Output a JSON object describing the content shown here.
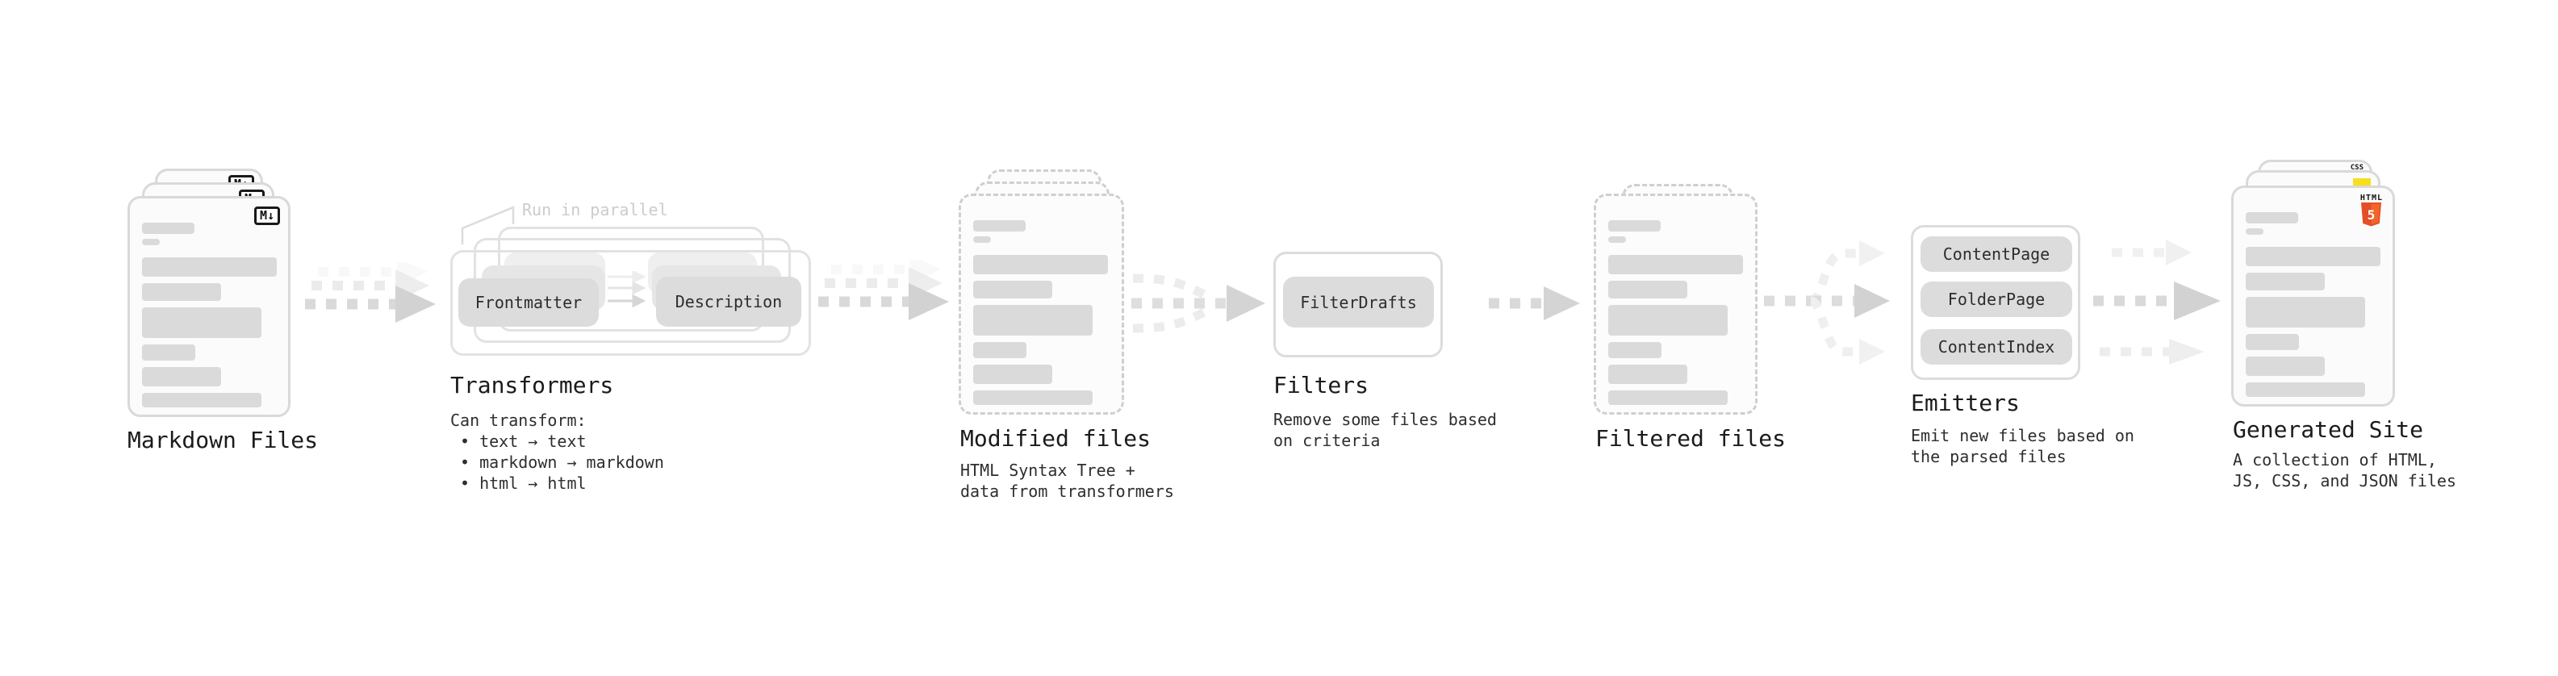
{
  "stages": {
    "markdown_files": {
      "label": "Markdown Files",
      "badge": "M↓"
    },
    "transformers": {
      "label": "Transformers",
      "annotation": "Run in parallel",
      "left_node": "Frontmatter",
      "right_node": "Description",
      "desc_title": "Can transform:",
      "bullets": [
        "• text → text",
        "• markdown → markdown",
        "• html → html"
      ]
    },
    "modified_files": {
      "label": "Modified files",
      "desc": [
        "HTML Syntax Tree +",
        "data from transformers"
      ]
    },
    "filters": {
      "label": "Filters",
      "node": "FilterDrafts",
      "desc": [
        "Remove some files based",
        "on criteria"
      ]
    },
    "filtered_files": {
      "label": "Filtered files"
    },
    "emitters": {
      "label": "Emitters",
      "nodes": [
        "ContentPage",
        "FolderPage",
        "ContentIndex"
      ],
      "desc": [
        "Emit new files based on",
        "the parsed files"
      ]
    },
    "generated_site": {
      "label": "Generated Site",
      "css_badge": "CSS",
      "html_badge": "HTML",
      "html_number": "5",
      "desc": [
        "A collection of HTML,",
        "JS, CSS, and JSON files"
      ]
    }
  },
  "colors": {
    "html5_orange": "#e34f26",
    "js_yellow": "#f7df1e",
    "css_blue": "#2962ff",
    "arrow_gray": "#d6d6d6",
    "card_border": "#d9d9d9"
  }
}
